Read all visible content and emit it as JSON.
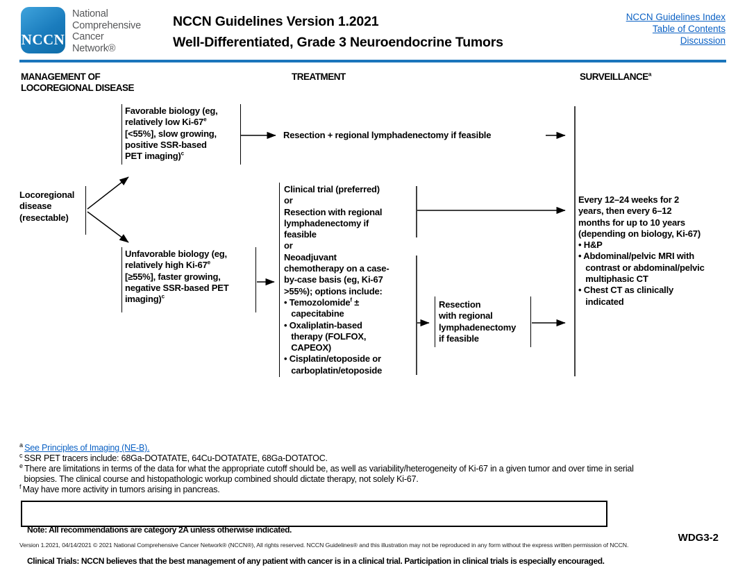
{
  "colors": {
    "accent_blue": "#1b75bb",
    "link_blue": "#0b61c4",
    "logo_blue_top": "#3fa3dc",
    "logo_blue_bottom": "#0e6ca8",
    "brand_gray": "#57585a"
  },
  "header": {
    "logo_text": "NCCN",
    "brand": "National\nComprehensive\nCancer\nNetwork®",
    "title1": "NCCN Guidelines Version 1.2021",
    "title2": "Well-Differentiated, Grade 3 Neuroendocrine Tumors",
    "links": [
      {
        "label": "NCCN Guidelines Index"
      },
      {
        "label": "Table of Contents"
      },
      {
        "label": "Discussion"
      }
    ]
  },
  "columns": {
    "management": "MANAGEMENT OF\nLOCOREGIONAL DISEASE",
    "treatment": "TREATMENT",
    "surveillance": "SURVEILLANCE",
    "surveillance_sup": "a"
  },
  "flow": {
    "locoregional": "Locoregional\ndisease\n(resectable)",
    "favorable": {
      "l1": "Favorable biology (eg,",
      "l2": "relatively low Ki-67",
      "l2s": "e",
      "l3": "[<55%], slow growing,",
      "l4": "positive SSR-based",
      "l5": "PET imaging)",
      "l5s": "c"
    },
    "unfavorable": {
      "l1": "Unfavorable biology (eg,",
      "l2": "relatively high Ki-67",
      "l2s": "e",
      "l3": "[≥55%], faster growing,",
      "l4": "negative SSR-based PET",
      "l5": "imaging)",
      "l5s": "c"
    },
    "resection_top": "Resection + regional lymphadenectomy if feasible",
    "treatment_block": {
      "part1": "Clinical trial (preferred)\nor\nResection with regional\nlymphadenectomy if\nfeasible\nor\nNeoadjuvant\nchemotherapy on a case-\nby-case basis (eg, Ki-67\n>55%); options include:",
      "temo_pre": "• Temozolomide",
      "temo_sup": "f",
      "temo_post": " ±",
      "part2": "   capecitabine\n• Oxaliplatin-based\n   therapy (FOLFOX,\n   CAPEOX)\n• Cisplatin/etoposide or\n   carboplatin/etoposide"
    },
    "resection_box": "Resection\nwith regional\nlymphadenectomy\nif feasible",
    "surveillance_block": "Every 12–24 weeks for 2\nyears, then every 6–12\nmonths for up to 10 years\n(depending on biology, Ki-67)\n• H&P\n• Abdominal/pelvic MRI with\n   contrast or abdominal/pelvic\n   multiphasic CT\n• Chest CT as clinically\n   indicated"
  },
  "footnotes": {
    "a_sup": "a ",
    "a_link": "See Principles of Imaging (NE-B).",
    "c_sup": "c ",
    "c_text": "SSR PET tracers include: 68Ga-DOTATATE, 64Cu-DOTATATE, 68Ga-DOTATOC.",
    "e_sup": "e ",
    "e_text": "There are limitations in terms of the data for what the appropriate cutoff should be, as well as variability/heterogeneity of Ki-67 in a given tumor and over time in serial\n  biopsies. The clinical course and histopathologic workup combined should dictate therapy, not solely Ki-67.",
    "f_sup": "f ",
    "f_text": "May have more activity in tumors arising in pancreas."
  },
  "note_box": {
    "line1": "Note: All recommendations are category 2A unless otherwise indicated.",
    "line2": "Clinical Trials: NCCN believes that the best management of any patient with cancer is in a clinical trial. Participation in clinical trials is especially encouraged."
  },
  "footer": {
    "left": "Version 1.2021, 04/14/2021 © 2021 National Comprehensive Cancer Network® (NCCN®), All rights reserved. NCCN Guidelines® and this illustration may not be reproduced in any form without the express written permission of NCCN.",
    "page": "WDG3-2"
  }
}
